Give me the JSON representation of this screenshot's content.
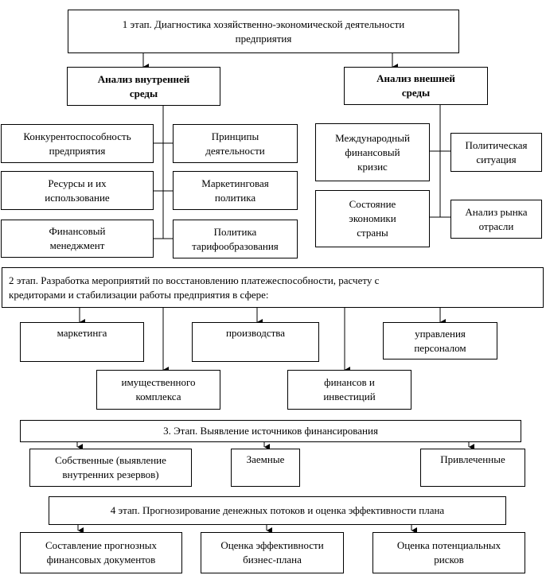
{
  "stage1": {
    "title": [
      "1 этап. Диагностика хозяйственно-экономической деятельности",
      "предприятия"
    ],
    "internal": {
      "title": [
        "Анализ внутренней",
        "среды"
      ]
    },
    "external": {
      "title": [
        "Анализ внешней",
        "среды"
      ]
    },
    "internal_left": [
      [
        "Конкурентоспособность",
        "предприятия"
      ],
      [
        "Ресурсы и их",
        "использование"
      ],
      [
        "Финансовый",
        "менеджмент"
      ]
    ],
    "internal_right": [
      [
        "Принципы",
        "деятельности"
      ],
      [
        "Маркетинговая",
        "политика"
      ],
      [
        "Политика",
        "тарифообразования"
      ]
    ],
    "external_left": [
      [
        "Международный",
        "финансовый",
        "кризис"
      ],
      [
        "Состояние",
        "экономики",
        "страны"
      ]
    ],
    "external_right": [
      [
        "Политическая",
        "ситуация"
      ],
      [
        "Анализ рынка",
        "отрасли"
      ]
    ]
  },
  "stage2": {
    "title": [
      "2 этап. Разработка мероприятий по восстановлению платежеспособности, расчету с",
      "кредиторами и стабилизации работы предприятия в сфере:"
    ],
    "items": [
      [
        "маркетинга"
      ],
      [
        "производства"
      ],
      [
        "управления",
        "персоналом"
      ],
      [
        "имущественного",
        "комплекса"
      ],
      [
        "финансов и",
        "инвестиций"
      ]
    ]
  },
  "stage3": {
    "title": [
      "3. Этап. Выявление источников финансирования"
    ],
    "items": [
      [
        "Собственные (выявление",
        "внутренних резервов)"
      ],
      [
        "Заемные"
      ],
      [
        "Привлеченные"
      ]
    ]
  },
  "stage4": {
    "title": [
      "4 этап. Прогнозирование денежных потоков и оценка эффективности плана"
    ],
    "items": [
      [
        "Составление прогнозных",
        "финансовых документов"
      ],
      [
        "Оценка эффективности",
        "бизнес-плана"
      ],
      [
        "Оценка потенциальных",
        "рисков"
      ]
    ]
  }
}
